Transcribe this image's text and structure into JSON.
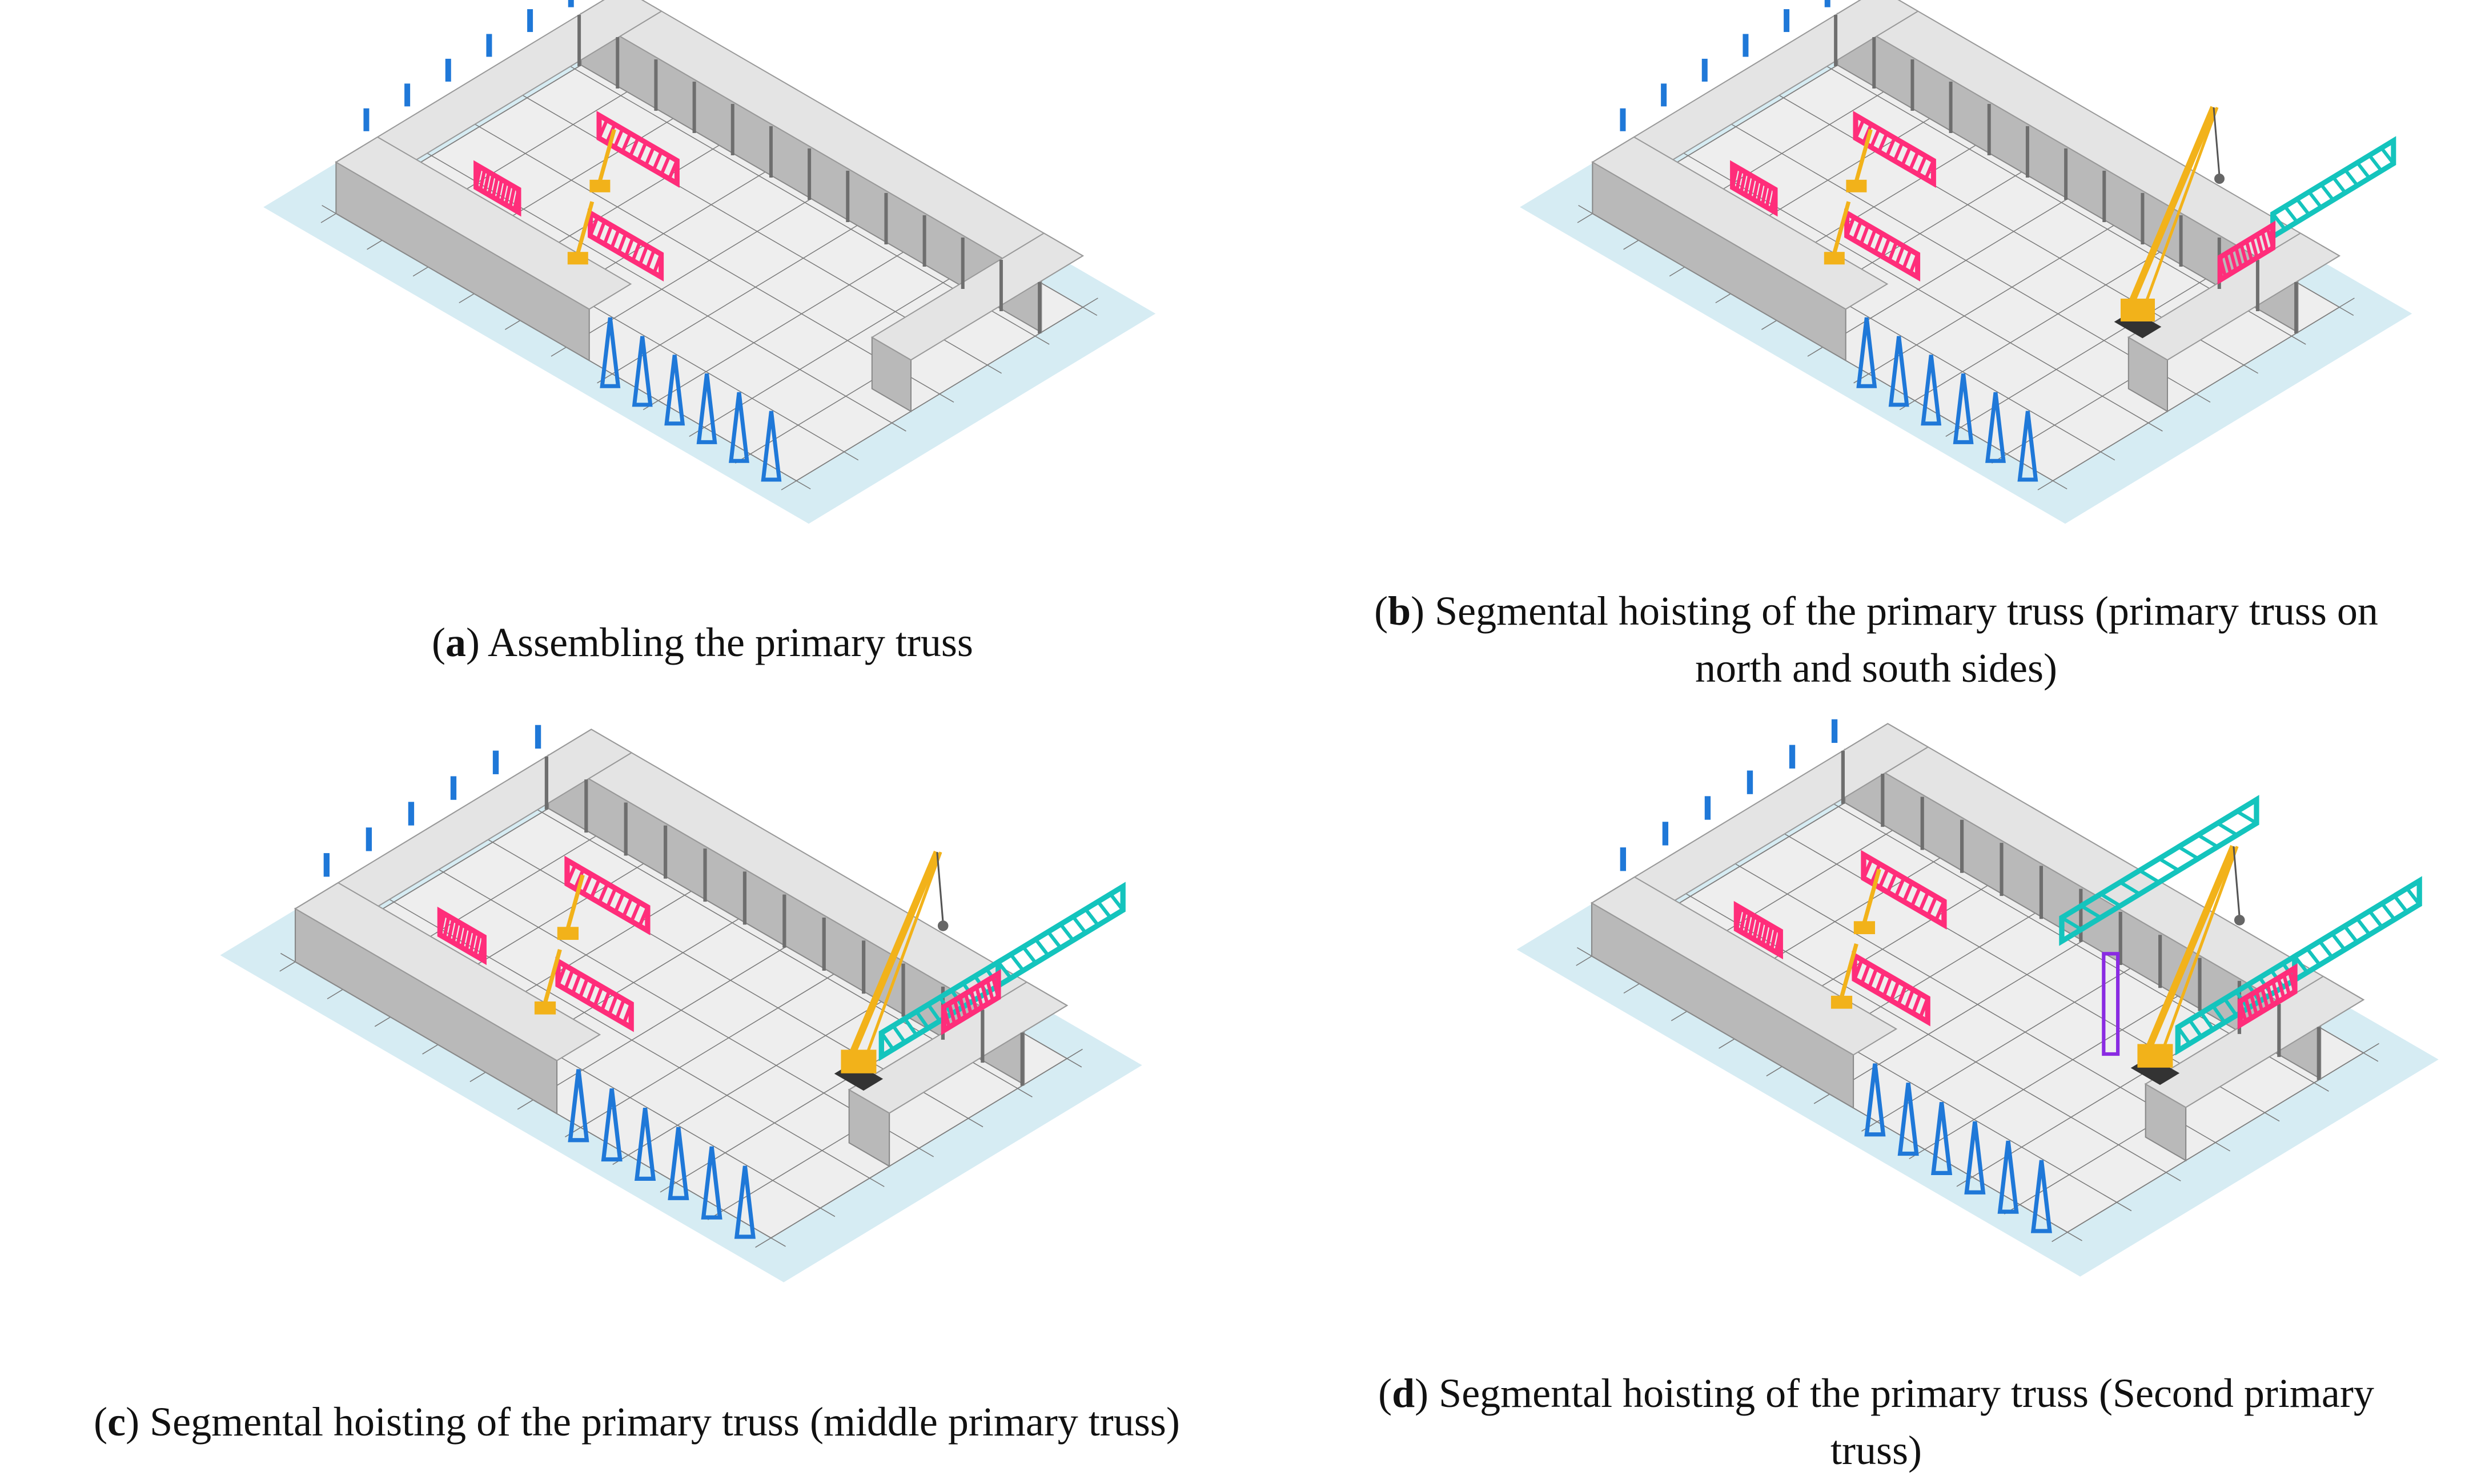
{
  "colors": {
    "ground": "#d6ecf3",
    "slab": "#b9b9b9",
    "slab_top": "#e4e4e4",
    "floor": "#eeeeee",
    "grid_line": "#7a7a7a",
    "column": "#6e6e6e",
    "blue_support": "#1f78d8",
    "pink_truss": "#ff2d7a",
    "teal_truss": "#14c4bd",
    "crane": "#f2b21a",
    "purple_frame": "#8a2be2"
  },
  "panels": [
    {
      "letter": "a",
      "caption_open": "(",
      "caption_close": ") ",
      "caption_text": "Assembling the primary truss",
      "caption_line2": "",
      "crawler_crane": false,
      "teal_trusses": 0,
      "purple_tower": false
    },
    {
      "letter": "b",
      "caption_open": "(",
      "caption_close": ") ",
      "caption_text": "Segmental hoisting of the primary truss (primary truss on",
      "caption_line2": "north and south sides)",
      "crawler_crane": true,
      "teal_trusses": 1,
      "purple_tower": false
    },
    {
      "letter": "c",
      "caption_open": "(",
      "caption_close": ") ",
      "caption_text": "Segmental hoisting of the primary truss (middle primary truss)",
      "caption_line2": "",
      "crawler_crane": true,
      "teal_trusses": 2,
      "purple_tower": false
    },
    {
      "letter": "d",
      "caption_open": "(",
      "caption_close": ") ",
      "caption_text": "Segmental hoisting of the primary truss (Second primary",
      "caption_line2": "truss)",
      "crawler_crane": true,
      "teal_trusses": 3,
      "purple_tower": true
    }
  ]
}
